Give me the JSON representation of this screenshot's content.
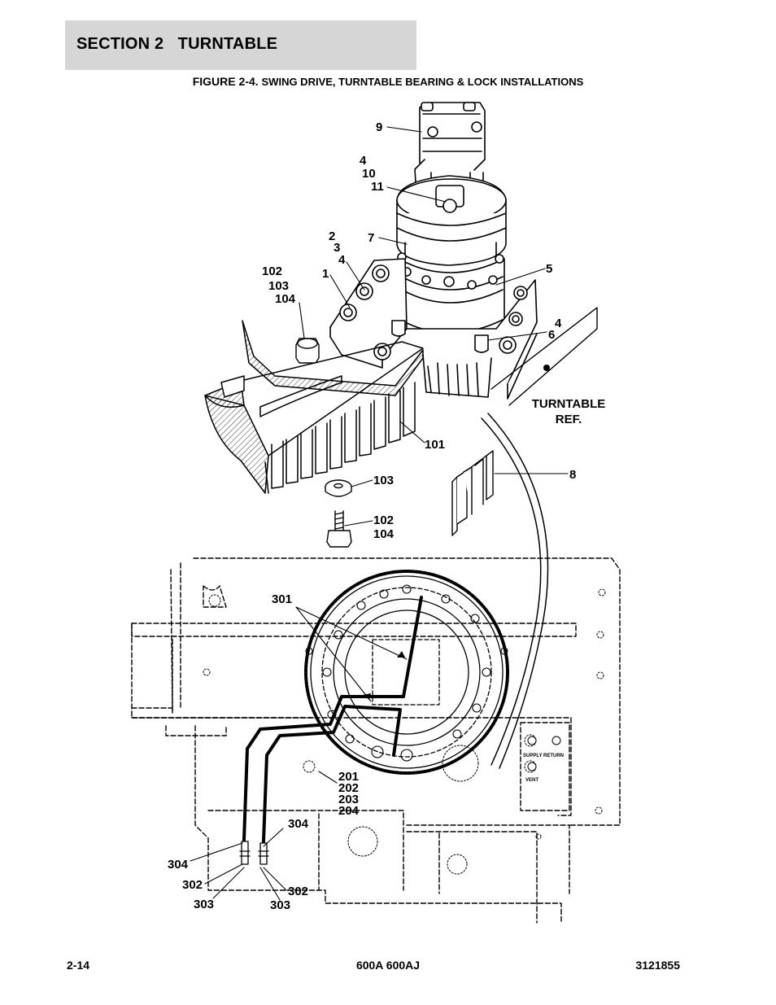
{
  "header": {
    "section_title": "SECTION 2   TURNTABLE"
  },
  "figure": {
    "number": "FIGURE 2-4.",
    "title": "SWING DRIVE, TURNTABLE BEARING & LOCK INSTALLATIONS"
  },
  "callouts": {
    "c9": "9",
    "c4a": "4",
    "c10": "10",
    "c11": "11",
    "c2": "2",
    "c3": "3",
    "c4b": "4",
    "c7": "7",
    "c102a": "102",
    "c103a": "103",
    "c104a": "104",
    "c1": "1",
    "c5": "5",
    "c4c": "4",
    "c6": "6",
    "turntable_ref_1": "TURNTABLE",
    "turntable_ref_2": "REF.",
    "c101": "101",
    "c8": "8",
    "c103b": "103",
    "c102b": "102",
    "c104b": "104",
    "c301": "301",
    "supply_return": "SUPPLY  RETURN",
    "vent": "VENT",
    "c201": "201",
    "c202": "202",
    "c203": "203",
    "c204": "204",
    "c304a": "304",
    "c304b": "304",
    "c302a": "302",
    "c303a": "303",
    "c302b": "302",
    "c303b": "303"
  },
  "footer": {
    "page": "2-14",
    "models": "600A 600AJ",
    "part_number": "3121855"
  }
}
